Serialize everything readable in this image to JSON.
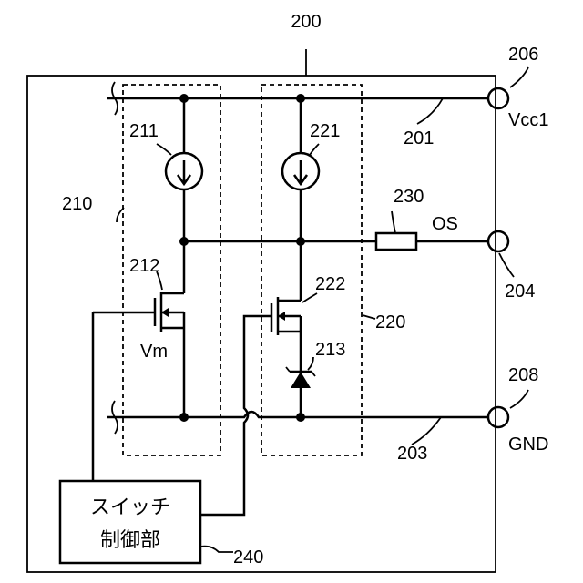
{
  "labels": {
    "chip": "200",
    "vcc_line": "201",
    "gnd_line": "203",
    "os_terminal": "204",
    "vcc_terminal": "206",
    "gnd_terminal": "208",
    "block_left": "210",
    "source_left": "211",
    "transistor_left": "212",
    "diode": "213",
    "block_right": "220",
    "source_right": "221",
    "transistor_right": "222",
    "resistor": "230",
    "controller": "240",
    "vcc_name": "Vcc1",
    "os_name": "OS",
    "gnd_name": "GND",
    "vm": "Vm",
    "controller_line1": "スイッチ",
    "controller_line2": "制御部"
  }
}
